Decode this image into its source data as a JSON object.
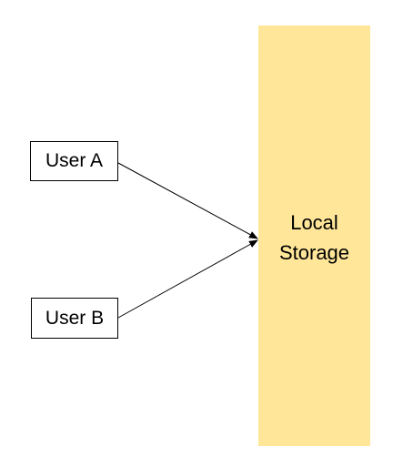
{
  "nodes": {
    "user_a": "User A",
    "user_b": "User B",
    "storage": {
      "line1": "Local",
      "line2": "Storage",
      "color": "#ffe699"
    }
  },
  "edges": [
    {
      "from": "User A",
      "to": "Local Storage"
    },
    {
      "from": "User B",
      "to": "Local Storage"
    }
  ]
}
